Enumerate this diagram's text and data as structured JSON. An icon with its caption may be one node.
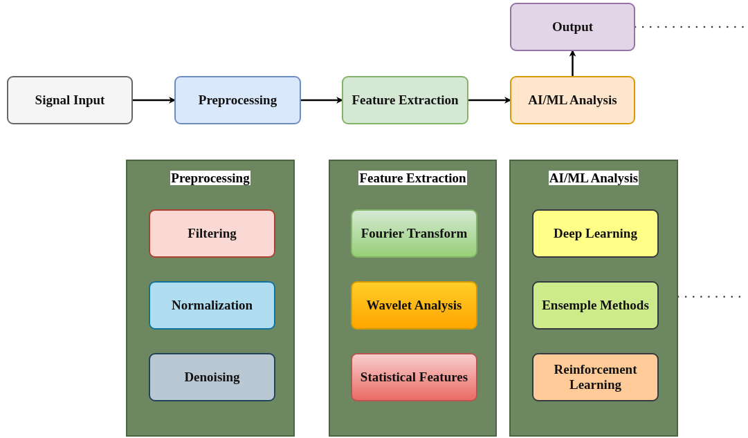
{
  "diagram": {
    "nodes": [
      {
        "text": [
          "Signal Input"
        ]
      },
      {
        "text": [
          "Preprocessing"
        ]
      },
      {
        "text": [
          "Feature Extraction"
        ]
      },
      {
        "text": [
          "AI/ML Analysis"
        ]
      },
      {
        "text": [
          "Output"
        ]
      },
      {
        "text": [
          "Preprocessing"
        ]
      },
      {
        "text": [
          "Filtering"
        ],
        "in": 5
      },
      {
        "text": [
          "Normalization"
        ],
        "in": 5
      },
      {
        "text": [
          "Denoising"
        ],
        "in": 5
      },
      {
        "text": [
          "Feature Extraction"
        ]
      },
      {
        "text": [
          "Fourier Transform"
        ],
        "in": 9
      },
      {
        "text": [
          "Wavelet Analysis"
        ],
        "in": 9
      },
      {
        "text": [
          "Statistical Features"
        ],
        "in": 9
      },
      {
        "text": [
          "AI/ML Analysis"
        ]
      },
      {
        "text": [
          "Deep Learning"
        ],
        "in": 13
      },
      {
        "text": [
          "Ensemple Methods"
        ],
        "in": 13
      },
      {
        "text": [
          "Reinforcement Learning"
        ],
        "in": 13
      }
    ],
    "edges": [
      {
        "from": 0,
        "to": 1,
        "arrow": "to"
      },
      {
        "from": 1,
        "to": 2,
        "arrow": "to"
      },
      {
        "from": 2,
        "to": 3,
        "arrow": "to"
      },
      {
        "from": 3,
        "to": 4,
        "arrow": "to"
      },
      {
        "from": 4,
        "to": null,
        "arrow": "none",
        "style": "dashed"
      },
      {
        "from": 13,
        "to": null,
        "arrow": "none",
        "style": "dashed"
      }
    ]
  }
}
